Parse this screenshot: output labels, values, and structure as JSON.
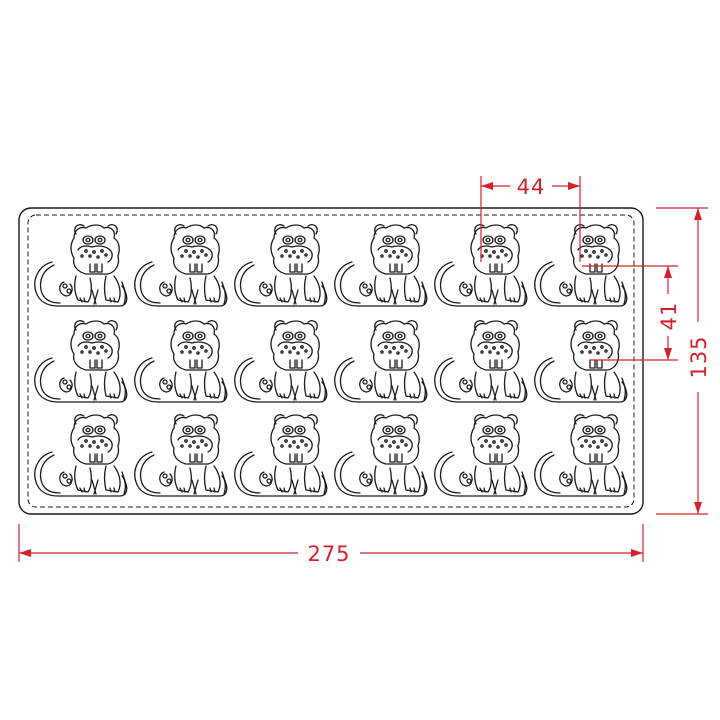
{
  "drawing": {
    "dimensions": {
      "total_width": "275",
      "total_height": "135",
      "cavity_pitch_x": "44",
      "cavity_pitch_y": "41"
    },
    "cavity_grid": {
      "rows": 3,
      "columns": 6
    },
    "colors": {
      "outline": "#1a1a1a",
      "dimension": "#d4202a"
    },
    "icons": {
      "cavity": "hippo-icon"
    }
  }
}
